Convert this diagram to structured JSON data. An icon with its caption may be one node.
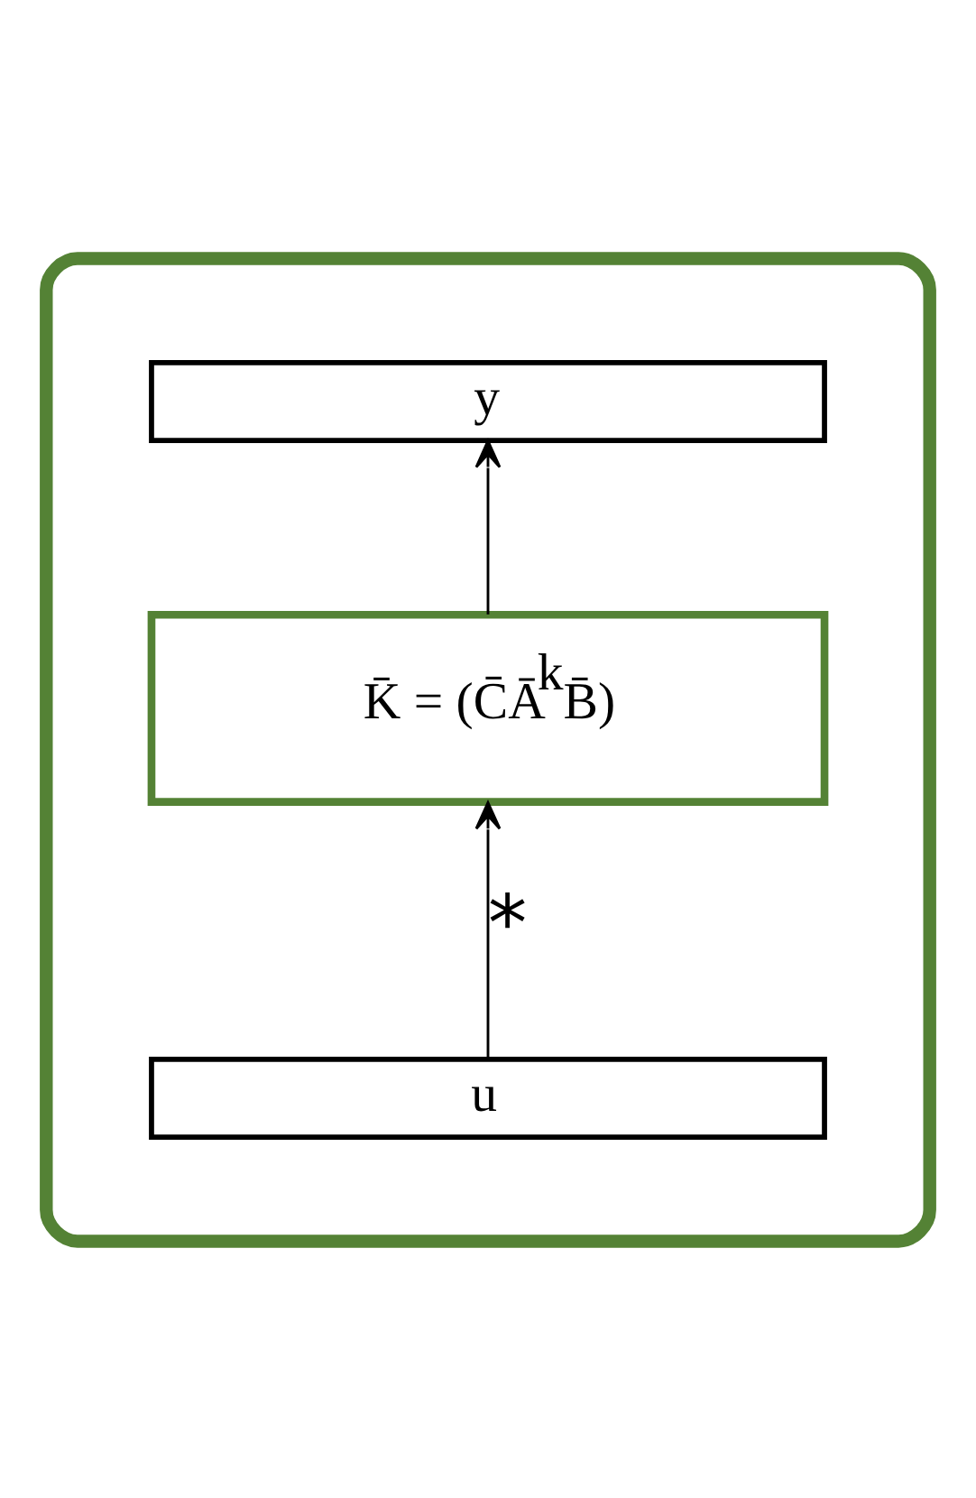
{
  "diagram": {
    "nodes": [
      {
        "text": [],
        "shape": "box"
      },
      {
        "text": [
          "y"
        ],
        "in": 0
      },
      {
        "text": [
          "K̄ = (C̄Ā$^{k}$B̄)"
        ],
        "in": 0
      },
      {
        "text": [
          "u"
        ],
        "in": 0
      }
    ],
    "edges": [
      {
        "from": 3,
        "to": 2,
        "arrow": "to",
        "label": "*"
      },
      {
        "from": 2,
        "to": 1,
        "arrow": "to"
      }
    ]
  }
}
